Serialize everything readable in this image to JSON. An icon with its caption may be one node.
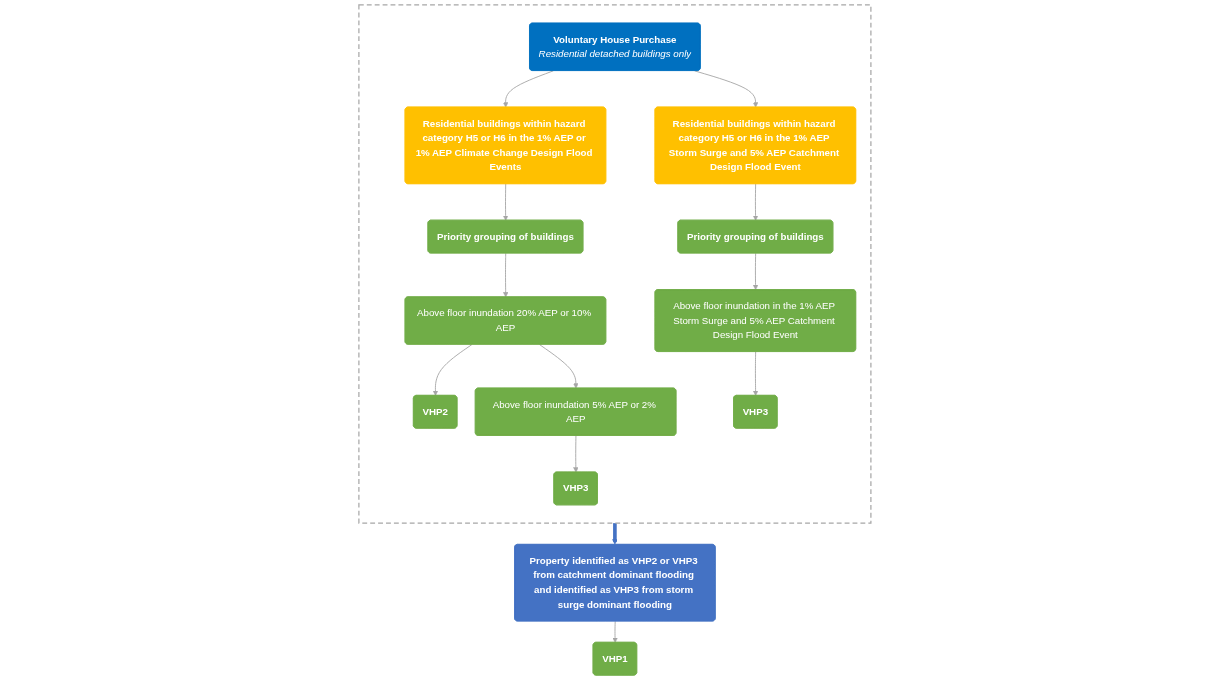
{
  "diagram": {
    "nodes": [
      {
        "text": [],
        "shape": "box"
      },
      {
        "text": [
          "Voluntary House Purchase",
          "Residential detached buildings only"
        ],
        "in": 0
      },
      {
        "text": [
          "Residential buildings within hazard category H5 or H6 in the 1% AEP or 1% AEP Climate Change Design Flood Events"
        ],
        "in": 0
      },
      {
        "text": [
          "Residential buildings within hazard category H5 or H6 in the 1% AEP Storm Surge and 5% AEP Catchment Design Flood Event"
        ],
        "in": 0
      },
      {
        "text": [
          "Priority grouping of buildings"
        ],
        "in": 0
      },
      {
        "text": [
          "Priority grouping of buildings"
        ],
        "in": 0
      },
      {
        "text": [
          "Above floor inundation 20% AEP or 10% AEP"
        ],
        "in": 0
      },
      {
        "text": [
          "Above floor inundation in the 1% AEP Storm Surge and 5% AEP Catchment Design Flood Event"
        ],
        "in": 0
      },
      {
        "text": [
          "VHP2"
        ],
        "in": 0
      },
      {
        "text": [
          "VHP3"
        ],
        "in": 0
      },
      {
        "text": [
          "Above floor inundation 5% AEP or 2% AEP"
        ],
        "in": 0
      },
      {
        "text": [
          "VHP3"
        ],
        "in": 0
      },
      {
        "text": [
          "Property identified as VHP2 or VHP3 from catchment dominant flooding and identified as VHP3 from storm surge dominant flooding"
        ]
      },
      {
        "text": [
          "VHP1"
        ]
      }
    ],
    "edges": [
      {
        "from": 1,
        "to": 2,
        "arrow": "to"
      },
      {
        "from": 1,
        "to": 3,
        "arrow": "to"
      },
      {
        "from": 2,
        "to": 4,
        "arrow": "to"
      },
      {
        "from": 3,
        "to": 5,
        "arrow": "to"
      },
      {
        "from": 4,
        "to": 6,
        "arrow": "to"
      },
      {
        "from": 5,
        "to": 7,
        "arrow": "to"
      },
      {
        "from": 6,
        "to": 8,
        "arrow": "to"
      },
      {
        "from": 7,
        "to": 9,
        "arrow": "to"
      },
      {
        "from": 6,
        "to": 10,
        "arrow": "to"
      },
      {
        "from": 10,
        "to": 11,
        "arrow": "to"
      },
      {
        "from": 0,
        "to": 12,
        "arrow": "to",
        "style": "thick",
        "color": "#4472c4"
      },
      {
        "from": 12,
        "to": 13,
        "arrow": "to"
      }
    ]
  }
}
